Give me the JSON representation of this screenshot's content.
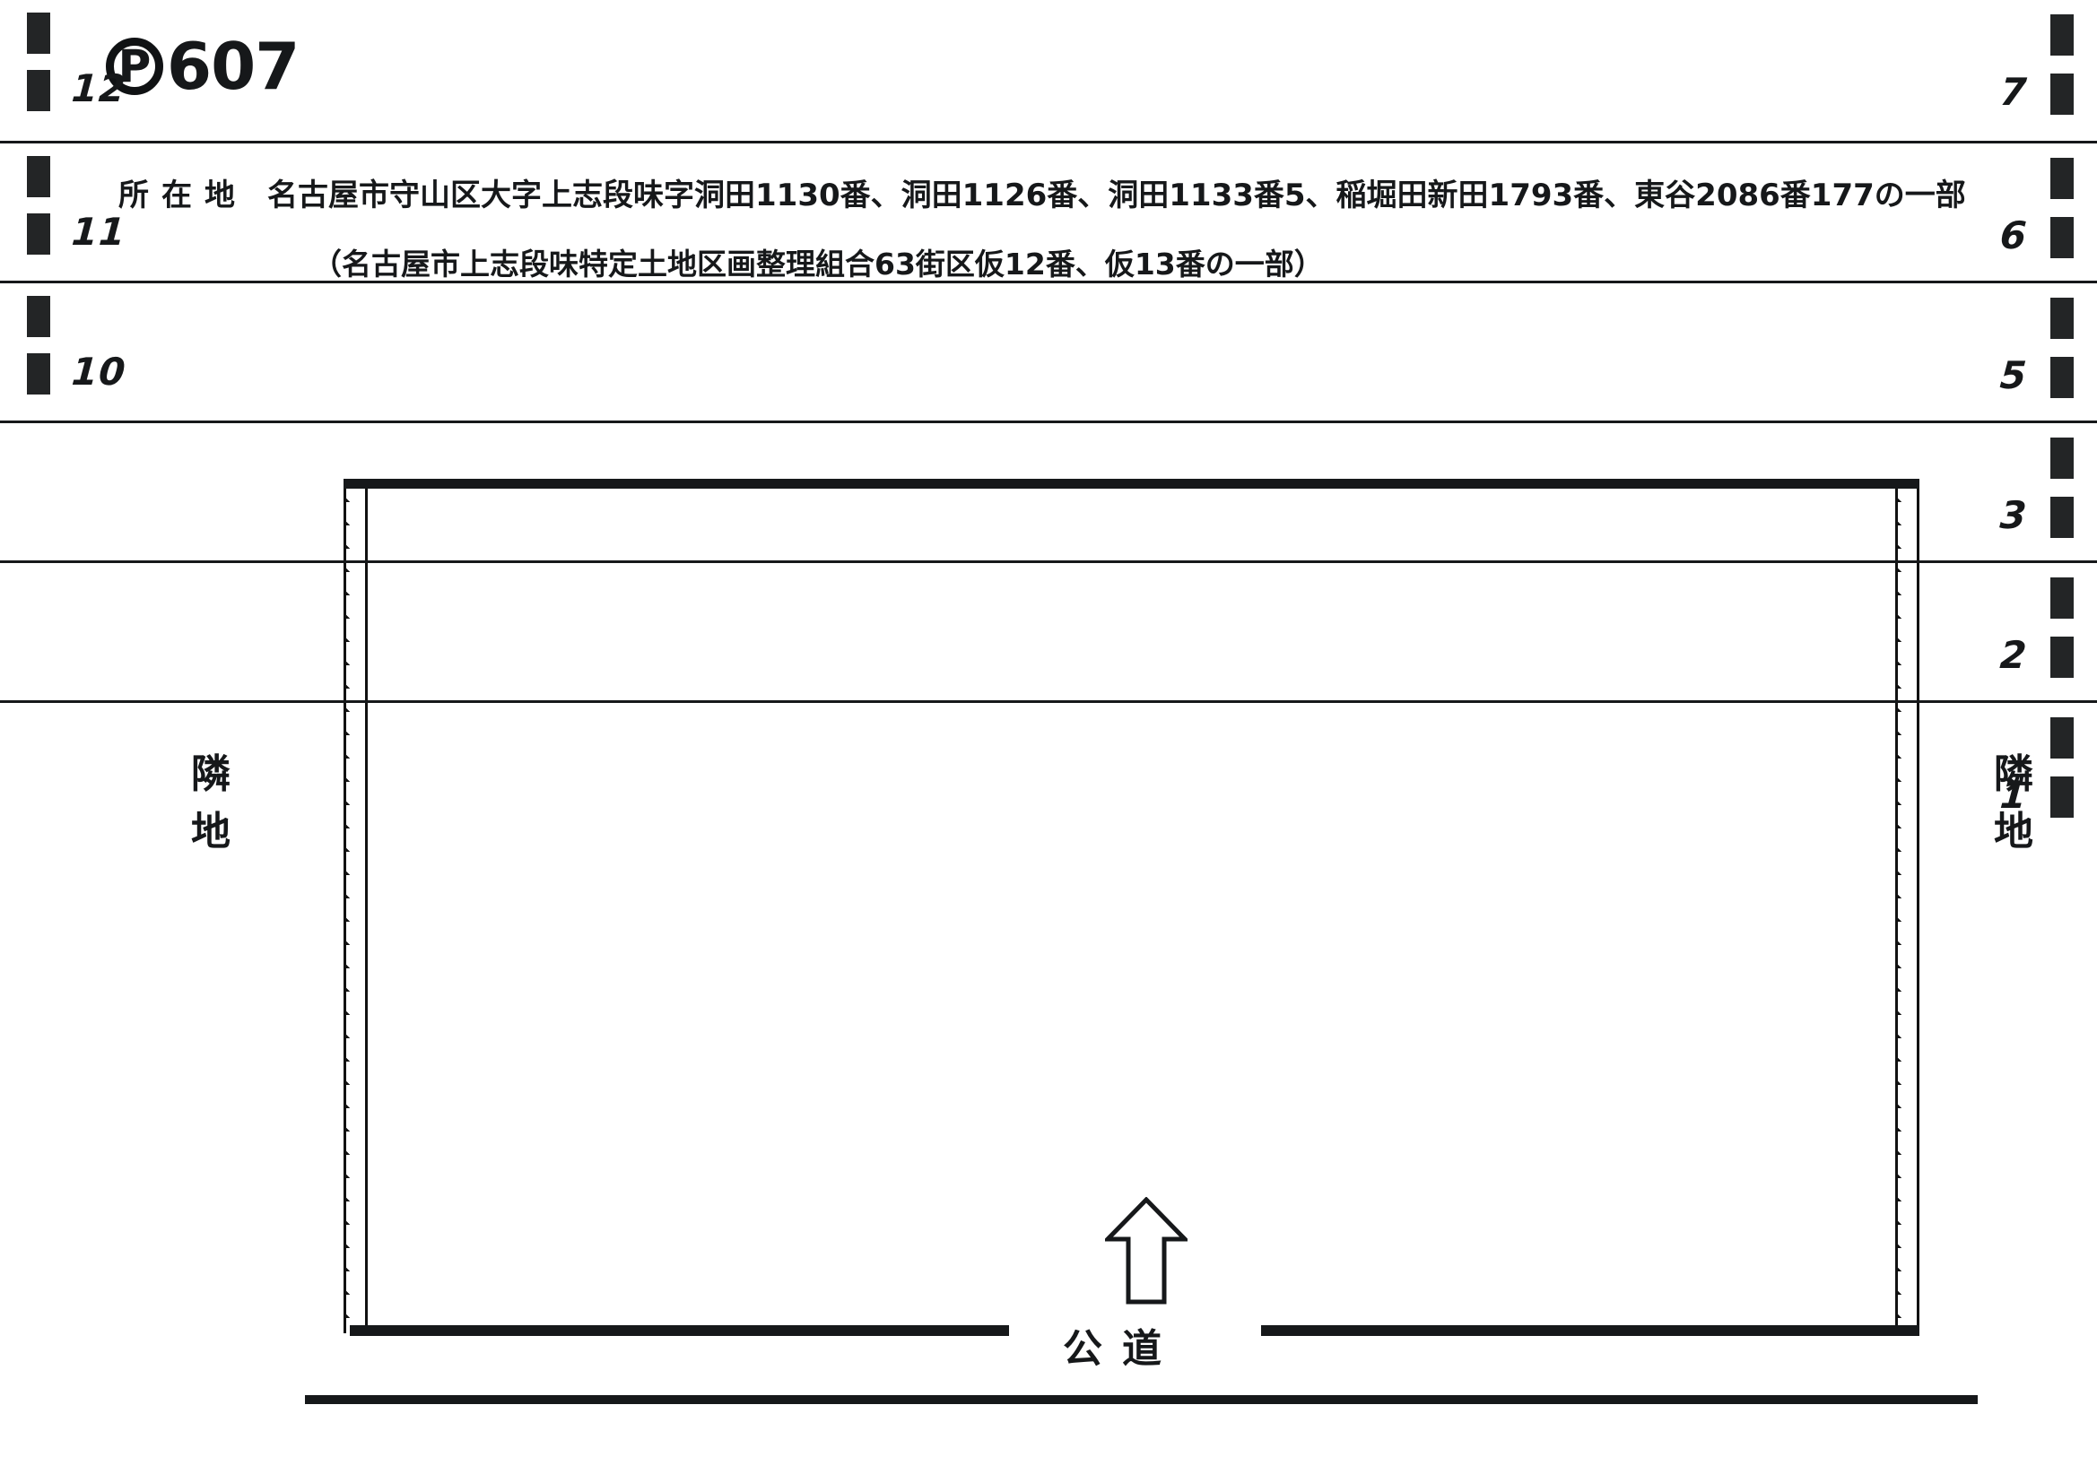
{
  "header": {
    "parking_symbol": "P",
    "lot_number": "607",
    "address_label": "所在地",
    "address_line_1": "名古屋市守山区大字上志段味字洞田1130番、洞田1126番、洞田1133番5、稲堀田新田1793番、東谷2086番177の一部",
    "address_line_2": "（名古屋市上志段味特定土地区画整理組合63街区仮12番、仮13番の一部）"
  },
  "plan": {
    "neighbor_left": {
      "line1": "隣",
      "line2": "地"
    },
    "neighbor_right": {
      "line1": "隣",
      "line2": "地"
    },
    "public_road_label": "公道",
    "entrance_arrow_name": "entrance-direction-arrow",
    "left_block": {
      "stalls": [
        {
          "number": "12"
        },
        {
          "number": "11"
        },
        {
          "number": "10"
        }
      ]
    },
    "right_block": {
      "stalls": [
        {
          "number": "7"
        },
        {
          "number": "6"
        },
        {
          "number": "5"
        },
        {
          "number": "3"
        },
        {
          "number": "2"
        },
        {
          "number": "1"
        }
      ]
    }
  },
  "colors": {
    "ink": "#16181a",
    "paper": "#ffffff",
    "wheel_stop": "#232526"
  }
}
